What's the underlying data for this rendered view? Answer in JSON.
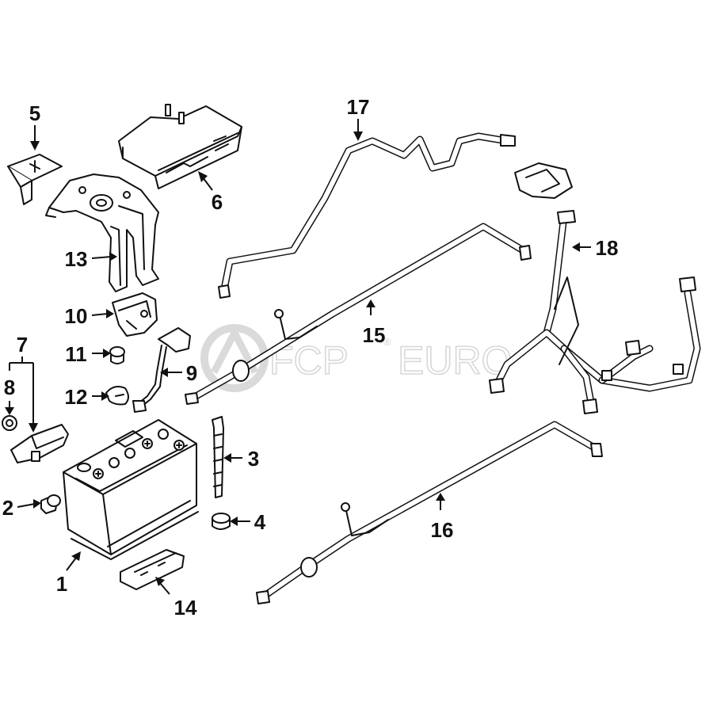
{
  "diagram": {
    "callouts": [
      "1",
      "2",
      "3",
      "4",
      "5",
      "6",
      "7",
      "8",
      "9",
      "10",
      "11",
      "12",
      "13",
      "14",
      "15",
      "16",
      "17",
      "18"
    ]
  },
  "watermark": {
    "brand": "FCP",
    "suffix": "EURO",
    "registered": "®"
  }
}
